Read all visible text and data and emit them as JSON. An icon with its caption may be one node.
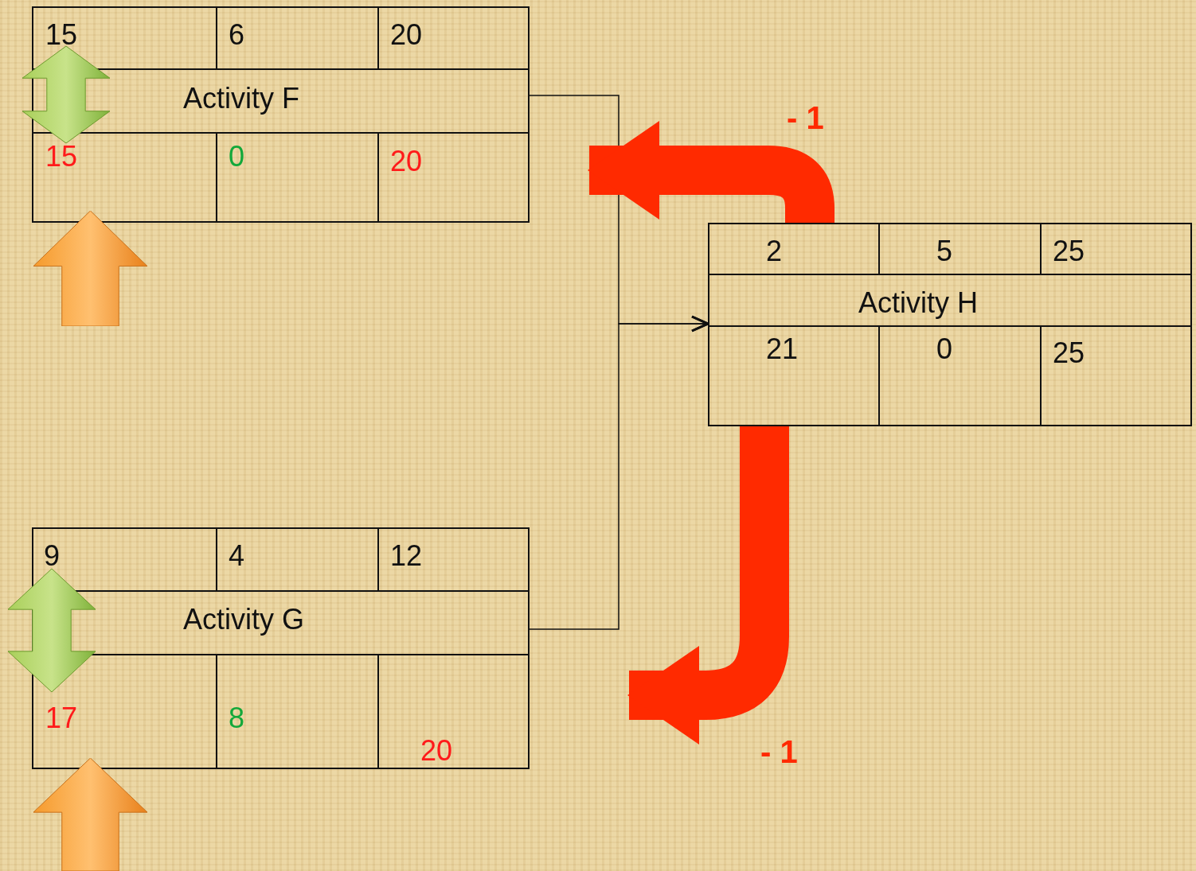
{
  "diagram": {
    "nodes": [
      {
        "text": [
          "15",
          "6",
          "20",
          "Activity F",
          "15",
          "0",
          "20"
        ]
      },
      {
        "text": [
          "2",
          "5",
          "25",
          "Activity H",
          "21",
          "0",
          "25"
        ]
      },
      {
        "text": [
          "9",
          "4",
          "12",
          "Activity G",
          "17",
          "8",
          "20"
        ]
      }
    ],
    "edges": [
      {
        "from": 0,
        "to": 1,
        "arrow": "to"
      },
      {
        "from": 2,
        "to": 1,
        "arrow": "to"
      },
      {
        "from": 1,
        "to": 0,
        "arrow": "to",
        "label": "- 1",
        "style": "thick",
        "color": "#ff2a00"
      },
      {
        "from": 1,
        "to": 2,
        "arrow": "to",
        "label": "- 1",
        "style": "thick",
        "color": "#ff2a00"
      }
    ]
  }
}
